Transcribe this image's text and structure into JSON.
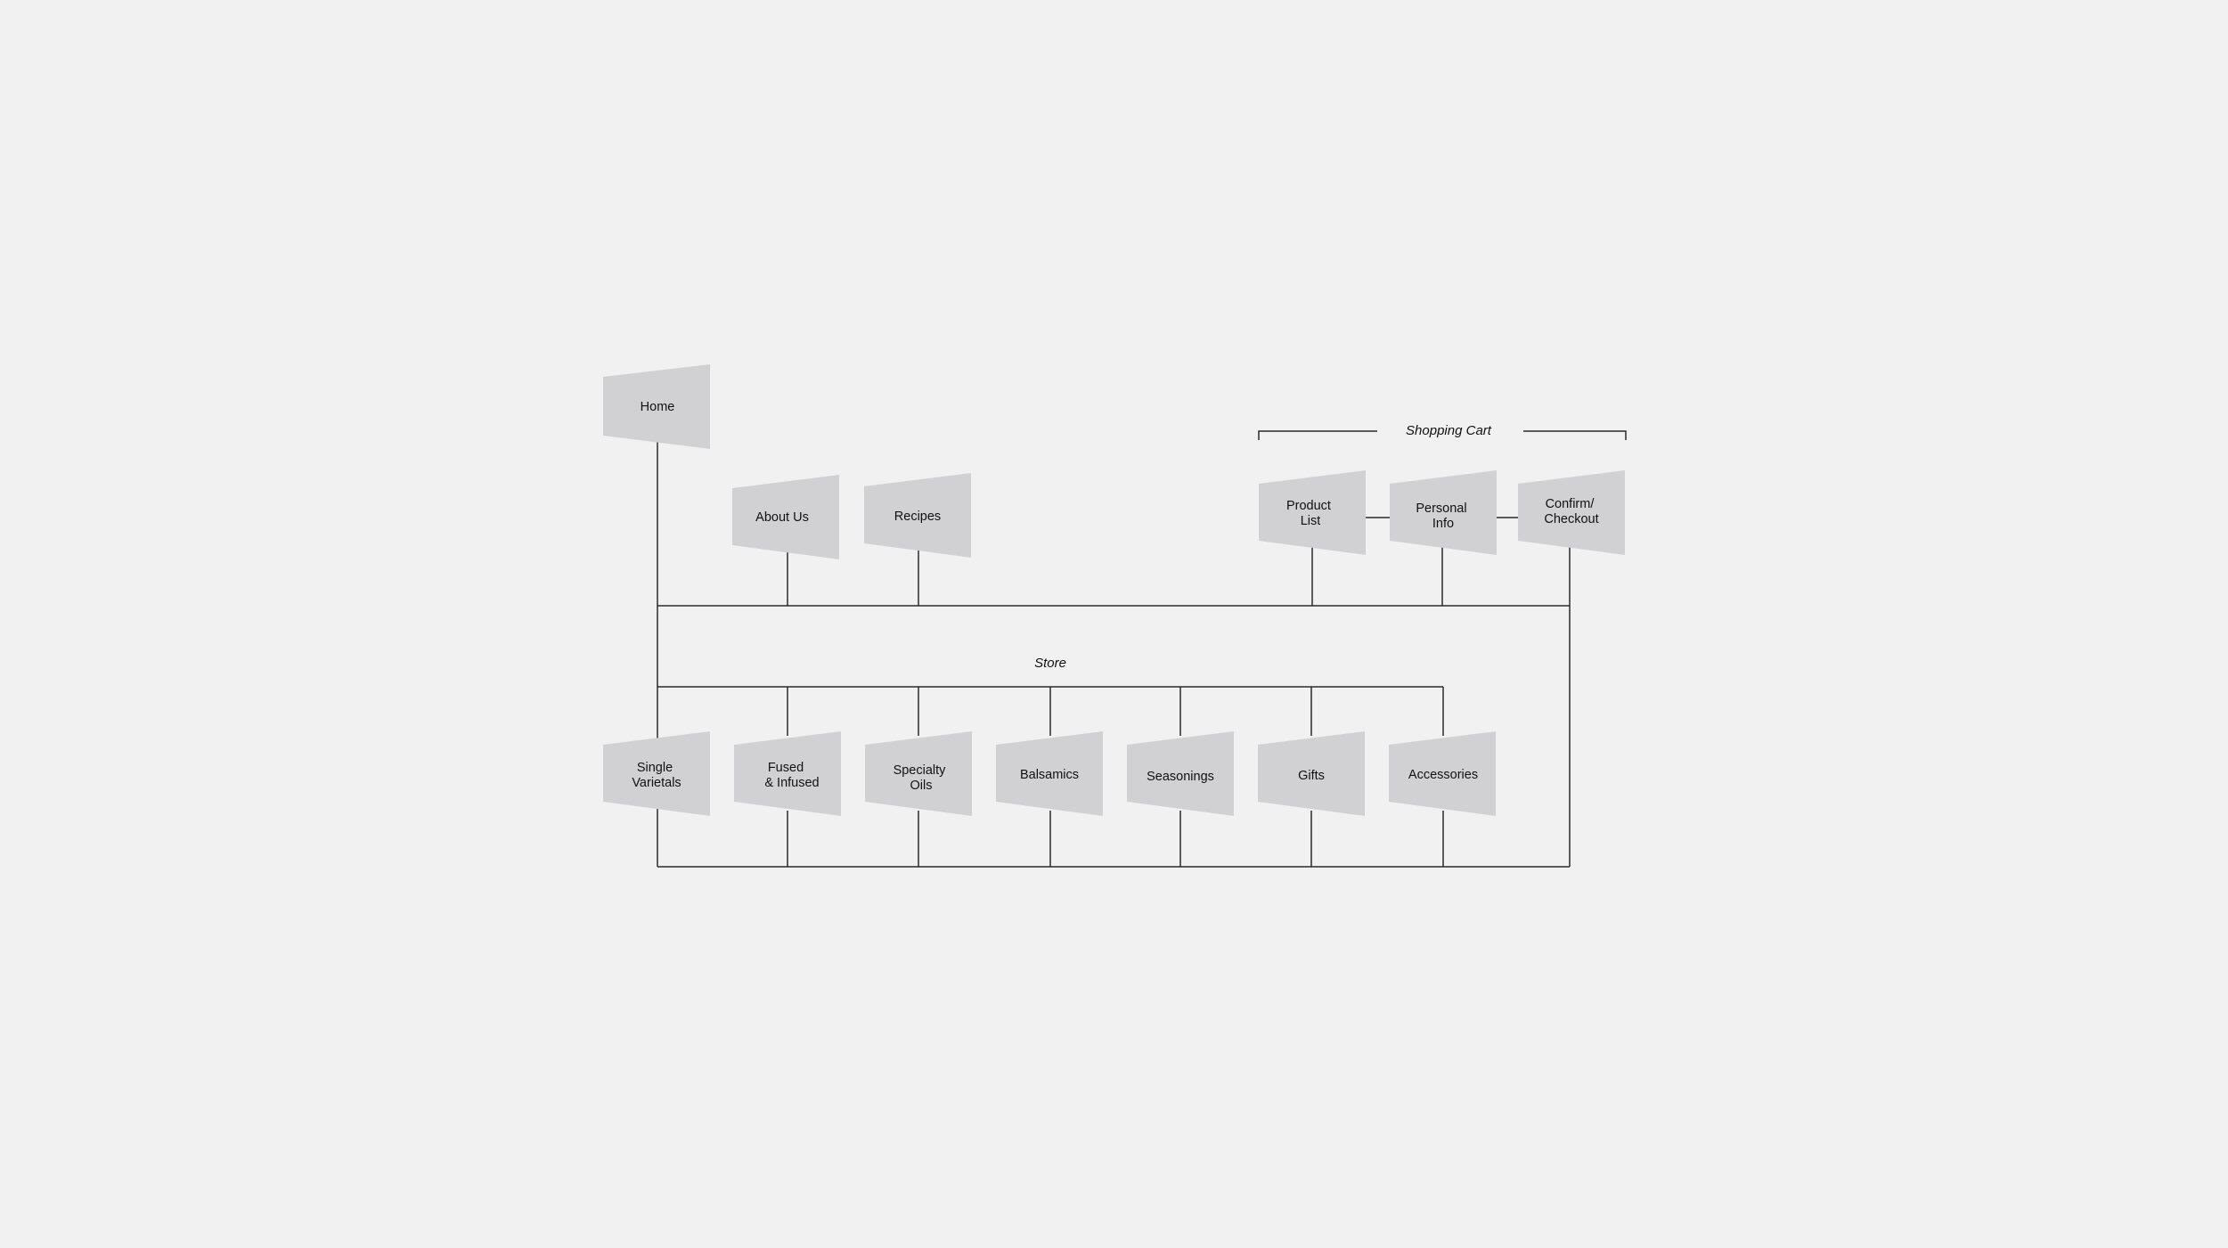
{
  "sitemap": {
    "home": {
      "label": "Home"
    },
    "about": {
      "label": "About Us"
    },
    "recipes": {
      "label": "Recipes"
    },
    "shopping_cart": {
      "label": "Shopping Cart",
      "product_list": {
        "lines": [
          "Product",
          "List"
        ]
      },
      "personal_info": {
        "lines": [
          "Personal",
          "Info"
        ]
      },
      "confirm_checkout": {
        "lines": [
          "Confirm/",
          "Checkout"
        ]
      }
    },
    "store": {
      "label": "Store",
      "categories": [
        {
          "lines": [
            "Single",
            "Varietals"
          ]
        },
        {
          "lines": [
            "Fused",
            "& Infused"
          ]
        },
        {
          "lines": [
            "Specialty",
            "Oils"
          ]
        },
        {
          "lines": [
            "Balsamics"
          ]
        },
        {
          "lines": [
            "Seasonings"
          ]
        },
        {
          "lines": [
            "Gifts"
          ]
        },
        {
          "lines": [
            "Accessories"
          ]
        }
      ]
    }
  }
}
